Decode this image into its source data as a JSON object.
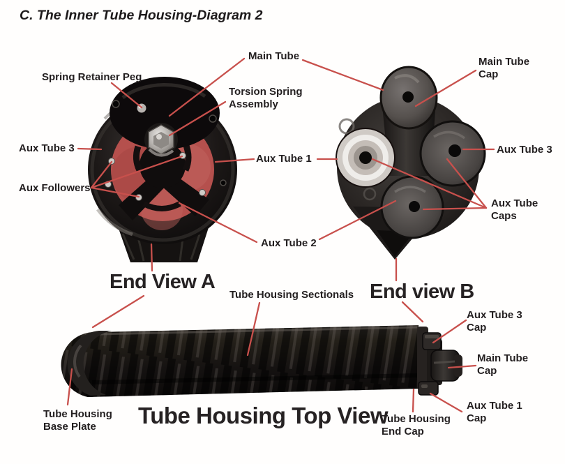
{
  "document": {
    "title": "C. The Inner Tube Housing-Diagram 2"
  },
  "colors": {
    "label_text": "#231f20",
    "leader_line": "#c8504c",
    "tube_red": "#b5504d",
    "background": "#ffffff"
  },
  "end_view_a": {
    "heading": "End View A",
    "labels": {
      "spring_retainer_peg": "Spring Retainer Peg",
      "main_tube": "Main Tube",
      "torsion_spring_assembly": "Torsion Spring Assembly",
      "aux_tube_3": "Aux Tube 3",
      "aux_tube_1": "Aux Tube 1",
      "aux_followers": "Aux Followers",
      "aux_tube_2": "Aux Tube 2"
    }
  },
  "end_view_b": {
    "heading": "End view B",
    "labels": {
      "main_tube_cap": "Main Tube Cap",
      "aux_tube_3": "Aux Tube 3",
      "aux_tube_caps": "Aux Tube Caps"
    }
  },
  "top_view": {
    "heading": "Tube Housing Top View",
    "labels": {
      "tube_housing_sectionals": "Tube Housing Sectionals",
      "aux_tube_3_cap": "Aux Tube 3 Cap",
      "main_tube_cap": "Main Tube Cap",
      "aux_tube_1_cap": "Aux Tube 1 Cap",
      "tube_housing_end_cap": "Tube Housing End Cap",
      "tube_housing_base_plate": "Tube Housing Base Plate"
    }
  }
}
